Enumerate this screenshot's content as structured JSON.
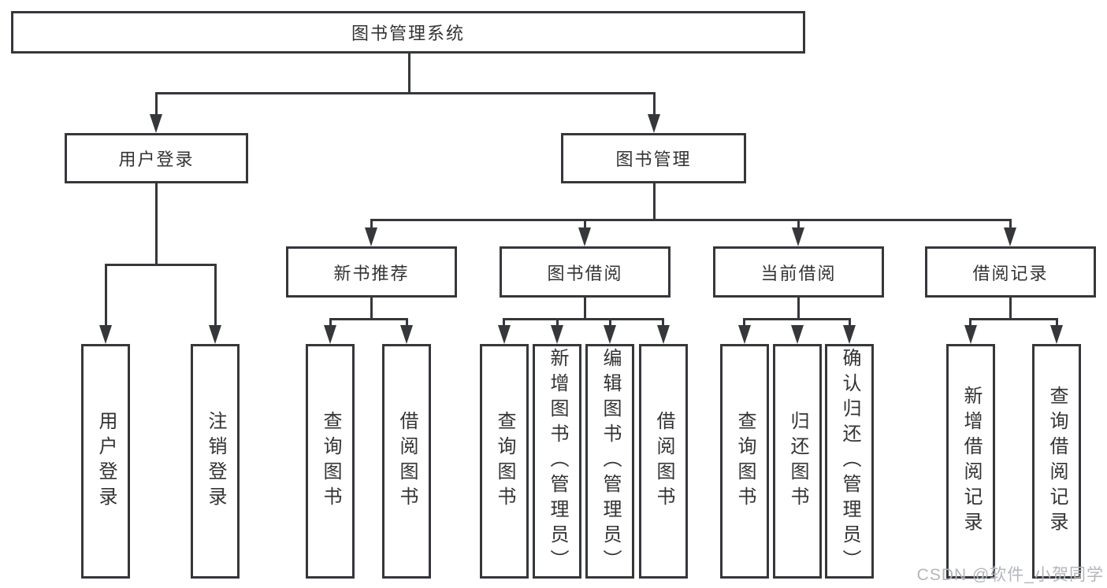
{
  "nodes": {
    "root": "图书管理系统",
    "level2": [
      "用户登录",
      "图书管理"
    ],
    "level3": [
      "新书推荐",
      "图书借阅",
      "当前借阅",
      "借阅记录"
    ],
    "leaves": [
      "用户登录",
      "注销登录",
      "查询图书",
      "借阅图书",
      "查询图书",
      "新增图书（管理员）",
      "编辑图书（管理员）",
      "借阅图书",
      "查询图书",
      "归还图书",
      "确认归还（管理员）",
      "新增借阅记录",
      "查询借阅记录"
    ]
  },
  "watermark": "CSDN @软件_小贺同学",
  "colors": {
    "line": "#35373b",
    "text": "#333333",
    "background": "#ffffff",
    "watermark": "#b3b6ba"
  }
}
